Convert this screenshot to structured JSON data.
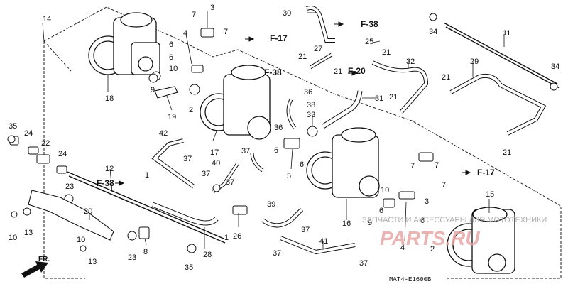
{
  "diagram": {
    "part_labels": [
      {
        "id": "p14",
        "text": "14"
      },
      {
        "id": "p3a",
        "text": "3"
      },
      {
        "id": "p7a",
        "text": "7"
      },
      {
        "id": "p7b",
        "text": "7"
      },
      {
        "id": "p4a",
        "text": "4"
      },
      {
        "id": "p6a",
        "text": "6"
      },
      {
        "id": "p6b",
        "text": "6"
      },
      {
        "id": "p10a",
        "text": "10"
      },
      {
        "id": "p18",
        "text": "18"
      },
      {
        "id": "p9a",
        "text": "9"
      },
      {
        "id": "p2a",
        "text": "2"
      },
      {
        "id": "p19",
        "text": "19"
      },
      {
        "id": "p30",
        "text": "30"
      },
      {
        "id": "p27",
        "text": "27"
      },
      {
        "id": "p25",
        "text": "25"
      },
      {
        "id": "p21a",
        "text": "21"
      },
      {
        "id": "p21b",
        "text": "21"
      },
      {
        "id": "p21c",
        "text": "21"
      },
      {
        "id": "p21d",
        "text": "21"
      },
      {
        "id": "p21e",
        "text": "21"
      },
      {
        "id": "p21f",
        "text": "21"
      },
      {
        "id": "p32",
        "text": "32"
      },
      {
        "id": "p29",
        "text": "29"
      },
      {
        "id": "p34a",
        "text": "34"
      },
      {
        "id": "p34b",
        "text": "34"
      },
      {
        "id": "p11",
        "text": "11"
      },
      {
        "id": "p31",
        "text": "31"
      },
      {
        "id": "p33",
        "text": "33"
      },
      {
        "id": "p36a",
        "text": "36"
      },
      {
        "id": "p36b",
        "text": "36"
      },
      {
        "id": "p38",
        "text": "38"
      },
      {
        "id": "p17",
        "text": "17"
      },
      {
        "id": "p35a",
        "text": "35"
      },
      {
        "id": "p35b",
        "text": "35"
      },
      {
        "id": "p24a",
        "text": "24"
      },
      {
        "id": "p24b",
        "text": "24"
      },
      {
        "id": "p22",
        "text": "22"
      },
      {
        "id": "p42",
        "text": "42"
      },
      {
        "id": "p37a",
        "text": "37"
      },
      {
        "id": "p37b",
        "text": "37"
      },
      {
        "id": "p37c",
        "text": "37"
      },
      {
        "id": "p37d",
        "text": "37"
      },
      {
        "id": "p37e",
        "text": "37"
      },
      {
        "id": "p37f",
        "text": "37"
      },
      {
        "id": "p37g",
        "text": "37"
      },
      {
        "id": "p40",
        "text": "40"
      },
      {
        "id": "p12",
        "text": "12"
      },
      {
        "id": "p1a",
        "text": "1"
      },
      {
        "id": "p1b",
        "text": "1"
      },
      {
        "id": "p23a",
        "text": "23"
      },
      {
        "id": "p23b",
        "text": "23"
      },
      {
        "id": "p20",
        "text": "20"
      },
      {
        "id": "p10b",
        "text": "10"
      },
      {
        "id": "p10c",
        "text": "10"
      },
      {
        "id": "p13a",
        "text": "13"
      },
      {
        "id": "p13b",
        "text": "13"
      },
      {
        "id": "p8",
        "text": "8"
      },
      {
        "id": "p28",
        "text": "28"
      },
      {
        "id": "p26",
        "text": "26"
      },
      {
        "id": "p39",
        "text": "39"
      },
      {
        "id": "p41",
        "text": "41"
      },
      {
        "id": "p5",
        "text": "5"
      },
      {
        "id": "p6c",
        "text": "6"
      },
      {
        "id": "p6d",
        "text": "6"
      },
      {
        "id": "p6e",
        "text": "6"
      },
      {
        "id": "p6f",
        "text": "6"
      },
      {
        "id": "p16",
        "text": "16"
      },
      {
        "id": "p9b",
        "text": "9"
      },
      {
        "id": "p10d",
        "text": "10"
      },
      {
        "id": "p7c",
        "text": "7"
      },
      {
        "id": "p7d",
        "text": "7"
      },
      {
        "id": "p7e",
        "text": "7"
      },
      {
        "id": "p3b",
        "text": "3"
      },
      {
        "id": "p4b",
        "text": "4"
      },
      {
        "id": "p2b",
        "text": "2"
      },
      {
        "id": "p15",
        "text": "15"
      }
    ],
    "references": [
      {
        "id": "f17a",
        "text": "F-17"
      },
      {
        "id": "f38a",
        "text": "F-38"
      },
      {
        "id": "f38b",
        "text": "F-38"
      },
      {
        "id": "f38c",
        "text": "F-38"
      },
      {
        "id": "f20",
        "text": "F-20"
      },
      {
        "id": "f17b",
        "text": "F-17"
      }
    ],
    "direction_label": "FR.",
    "diagram_code": "MAT4-E1600B",
    "watermark_text": "ЗАПЧАСТИ И АКСЕССУАРЫ ДЛЯ МОТОТЕХНИКИ",
    "watermark_brand": "PARTS.RU"
  }
}
